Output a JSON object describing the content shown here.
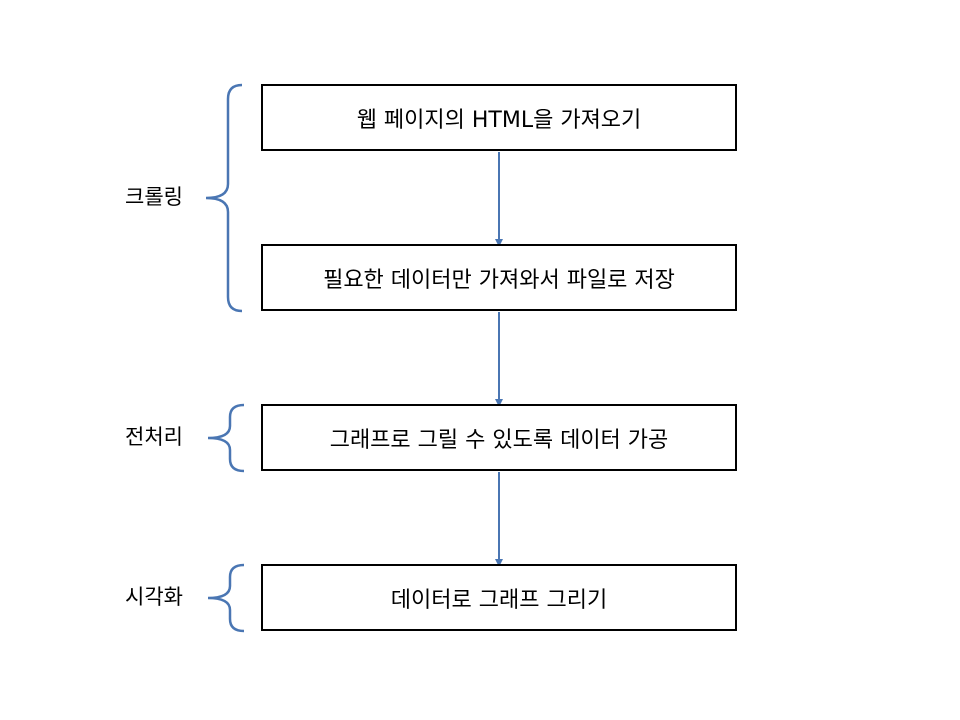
{
  "steps": [
    "웹 페이지의 HTML을 가져오기",
    "필요한 데이터만 가져와서 파일로 저장",
    "그래프로 그릴 수 있도록 데이터 가공",
    "데이터로 그래프 그리기"
  ],
  "phases": [
    "크롤링",
    "전처리",
    "시각화"
  ],
  "colors": {
    "connector": "#4a76b3",
    "box_border": "#000000"
  }
}
